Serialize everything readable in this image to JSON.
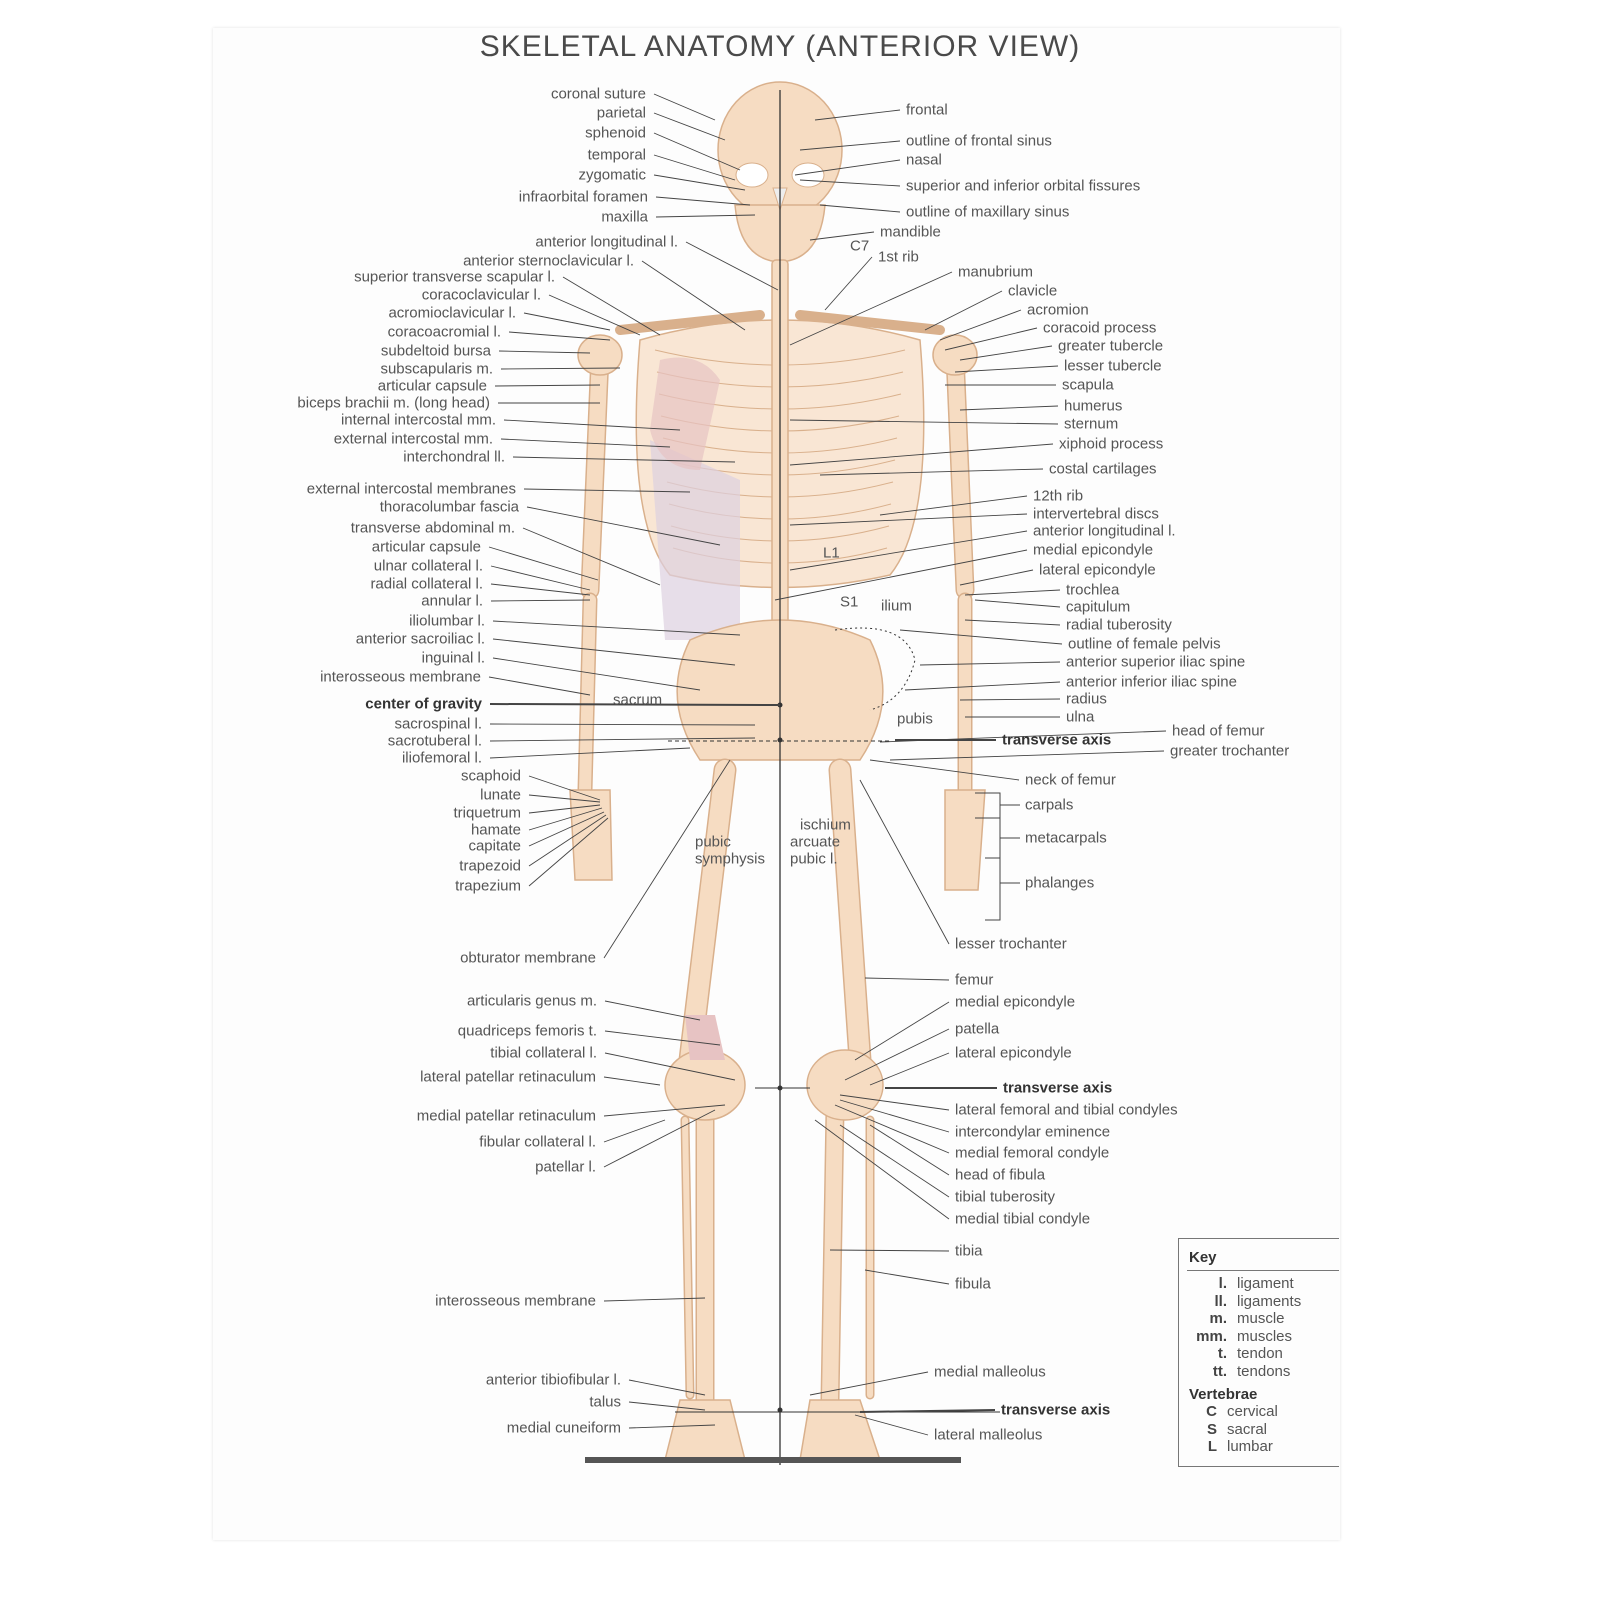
{
  "title": "SKELETAL ANATOMY (ANTERIOR VIEW)",
  "left_labels": [
    "coronal suture",
    "parietal",
    "sphenoid",
    "temporal",
    "zygomatic",
    "infraorbital foramen",
    "maxilla",
    "anterior longitudinal l.",
    "anterior sternoclavicular l.",
    "superior transverse scapular l.",
    "coracoclavicular l.",
    "acromioclavicular l.",
    "coracoacromial l.",
    "subdeltoid bursa",
    "subscapularis m.",
    "articular capsule",
    "biceps brachii m. (long head)",
    "internal intercostal mm.",
    "external intercostal mm.",
    "interchondral ll.",
    "external intercostal membranes",
    "thoracolumbar fascia",
    "transverse abdominal m.",
    "articular capsule",
    "ulnar collateral l.",
    "radial collateral l.",
    "annular l.",
    "iliolumbar l.",
    "anterior sacroiliac l.",
    "inguinal l.",
    "interosseous membrane",
    "center of gravity",
    "sacrospinal l.",
    "sacrotuberal l.",
    "iliofemoral l.",
    "scaphoid",
    "lunate",
    "triquetrum",
    "hamate",
    "capitate",
    "trapezoid",
    "trapezium",
    "obturator membrane",
    "articularis genus m.",
    "quadriceps femoris t.",
    "tibial collateral l.",
    "lateral patellar retinaculum",
    "medial patellar retinaculum",
    "fibular collateral l.",
    "patellar l.",
    "interosseous membrane",
    "anterior tibiofibular l.",
    "talus",
    "medial cuneiform"
  ],
  "right_labels": [
    "frontal",
    "outline of frontal sinus",
    "nasal",
    "superior and inferior orbital fissures",
    "outline of maxillary sinus",
    "mandible",
    "1st rib",
    "manubrium",
    "clavicle",
    "acromion",
    "coracoid process",
    "greater tubercle",
    "lesser tubercle",
    "scapula",
    "humerus",
    "sternum",
    "xiphoid process",
    "costal cartilages",
    "12th rib",
    "intervertebral discs",
    "anterior longitudinal l.",
    "medial epicondyle",
    "lateral epicondyle",
    "trochlea",
    "capitulum",
    "radial tuberosity",
    "outline of female pelvis",
    "anterior superior iliac spine",
    "anterior inferior iliac spine",
    "radius",
    "ulna",
    "head of femur",
    "transverse axis",
    "greater trochanter",
    "neck of femur",
    "carpals",
    "metacarpals",
    "phalanges",
    "lesser trochanter",
    "femur",
    "medial epicondyle",
    "patella",
    "lateral epicondyle",
    "transverse axis",
    "lateral femoral and tibial condyles",
    "intercondylar eminence",
    "medial femoral condyle",
    "head of fibula",
    "tibial tuberosity",
    "medial tibial condyle",
    "tibia",
    "fibula",
    "medial malleolus",
    "transverse axis",
    "lateral malleolus"
  ],
  "center_labels": [
    "sacrum",
    "pubic",
    "symphysis",
    "ischium",
    "arcuate",
    "pubic l.",
    "C7",
    "L1",
    "S1",
    "ilium",
    "pubis"
  ],
  "key": {
    "heading": "Key",
    "items": [
      {
        "abbr": "l.",
        "meaning": "ligament"
      },
      {
        "abbr": "ll.",
        "meaning": "ligaments"
      },
      {
        "abbr": "m.",
        "meaning": "muscle"
      },
      {
        "abbr": "mm.",
        "meaning": "muscles"
      },
      {
        "abbr": "t.",
        "meaning": "tendon"
      },
      {
        "abbr": "tt.",
        "meaning": "tendons"
      }
    ],
    "vert_heading": "Vertebrae",
    "vert": [
      {
        "abbr": "C",
        "meaning": "cervical"
      },
      {
        "abbr": "S",
        "meaning": "sacral"
      },
      {
        "abbr": "L",
        "meaning": "lumbar"
      }
    ]
  },
  "colors": {
    "bone": "#f6dcc2",
    "bone_edge": "#d9b08c",
    "muscle": "#e7c3c3",
    "fascia": "#ddd0e0",
    "text": "#555555"
  }
}
